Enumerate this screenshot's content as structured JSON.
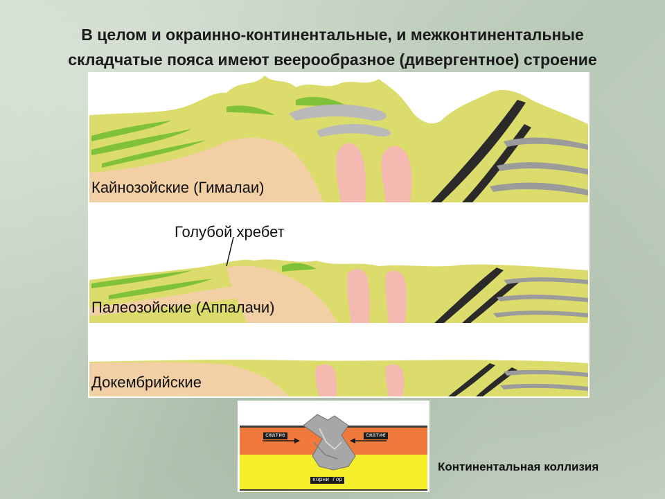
{
  "title": {
    "line1": "В целом и окраинно-континентальные, и межконтинентальные",
    "line2": "складчатые пояса имеют веерообразное (дивергентное) строение"
  },
  "sections": [
    {
      "label": "Кайнозойские (Гималаи)"
    },
    {
      "label": "Палеозойские (Аппалачи)"
    },
    {
      "label": "Докембрийские"
    }
  ],
  "annotation": {
    "label": "Голубой хребет"
  },
  "collision": {
    "caption": "Континентальная коллизия",
    "left_tag": "сжатие",
    "right_tag": "сжатие",
    "bottom_tag": "корни гор"
  },
  "colors": {
    "crust": "#f2cfa4",
    "fold_yellow": "#dcdc6c",
    "fold_green": "#7fc23a",
    "granite_pink": "#f4b9b0",
    "grey_band": "#b9b9b9",
    "dark_band": "#2a2a2a",
    "orange_layer": "#f07a3c",
    "yellow_layer": "#f5ee2a"
  }
}
